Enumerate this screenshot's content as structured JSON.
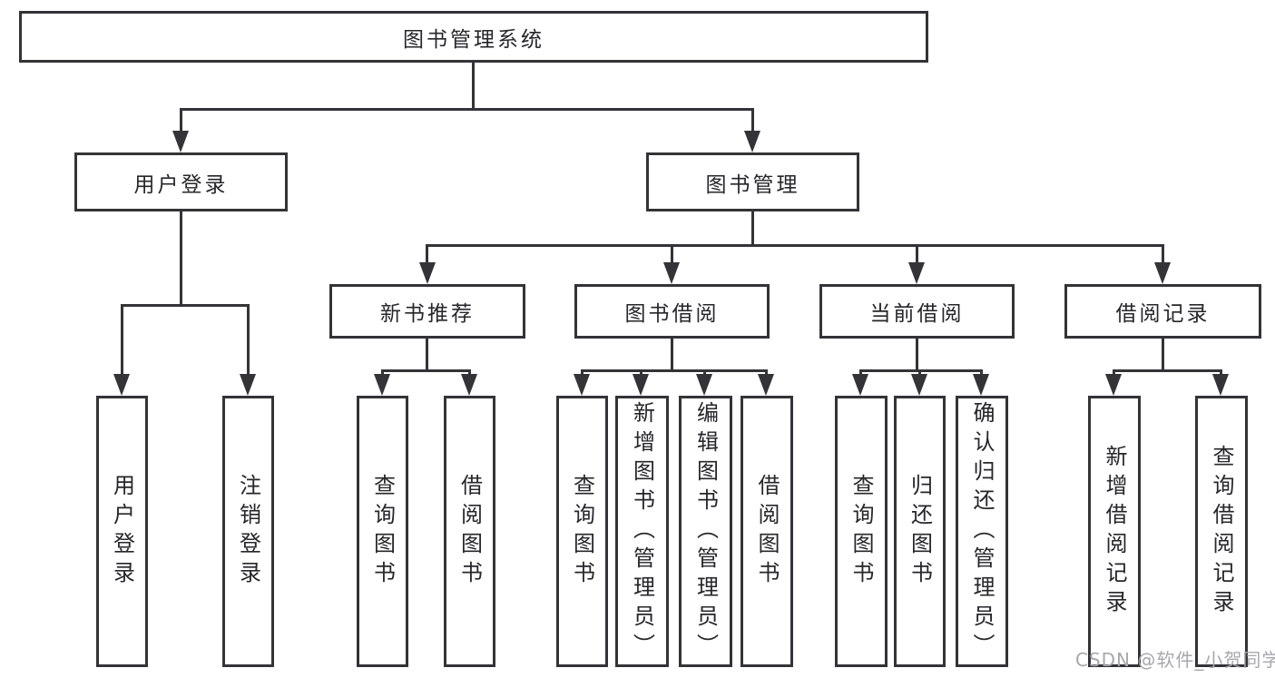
{
  "tree": {
    "root": {
      "label": "图书管理系统"
    },
    "branches": [
      {
        "label": "用户登录",
        "leaves": [
          {
            "label": "用户登录"
          },
          {
            "label": "注销登录"
          }
        ]
      },
      {
        "label": "图书管理",
        "groups": [
          {
            "label": "新书推荐",
            "leaves": [
              {
                "label": "查询图书"
              },
              {
                "label": "借阅图书"
              }
            ]
          },
          {
            "label": "图书借阅",
            "leaves": [
              {
                "label": "查询图书"
              },
              {
                "label": "新增图书（管理员）"
              },
              {
                "label": "编辑图书（管理员）"
              },
              {
                "label": "借阅图书"
              }
            ]
          },
          {
            "label": "当前借阅",
            "leaves": [
              {
                "label": "查询图书"
              },
              {
                "label": "归还图书"
              },
              {
                "label": "确认归还（管理员）"
              }
            ]
          },
          {
            "label": "借阅记录",
            "leaves": [
              {
                "label": "新增借阅记录"
              },
              {
                "label": "查询借阅记录"
              }
            ]
          }
        ]
      }
    ]
  },
  "watermark": {
    "text": "CSDN @软件_小贺同学"
  },
  "colors": {
    "line": "#333338",
    "text": "#26262b",
    "background": "#ffffff",
    "watermark": "#a7a8ad"
  }
}
